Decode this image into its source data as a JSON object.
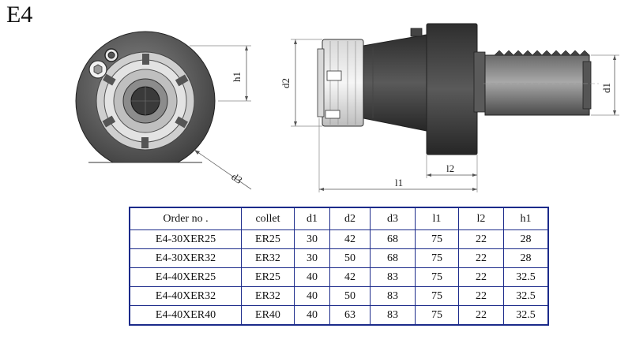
{
  "title": "E4",
  "dimensions": {
    "h1": "h1",
    "d2": "d2",
    "d1": "d1",
    "d3": "d3",
    "l1": "l1",
    "l2": "l2"
  },
  "table": {
    "headers": [
      "Order no .",
      "collet",
      "d1",
      "d2",
      "d3",
      "l1",
      "l2",
      "h1"
    ],
    "rows": [
      [
        "E4-30XER25",
        "ER25",
        "30",
        "42",
        "68",
        "75",
        "22",
        "28"
      ],
      [
        "E4-30XER32",
        "ER32",
        "30",
        "50",
        "68",
        "75",
        "22",
        "28"
      ],
      [
        "E4-40XER25",
        "ER25",
        "40",
        "42",
        "83",
        "75",
        "22",
        "32.5"
      ],
      [
        "E4-40XER32",
        "ER32",
        "40",
        "50",
        "83",
        "75",
        "22",
        "32.5"
      ],
      [
        "E4-40XER40",
        "ER40",
        "40",
        "63",
        "83",
        "75",
        "22",
        "32.5"
      ]
    ]
  }
}
